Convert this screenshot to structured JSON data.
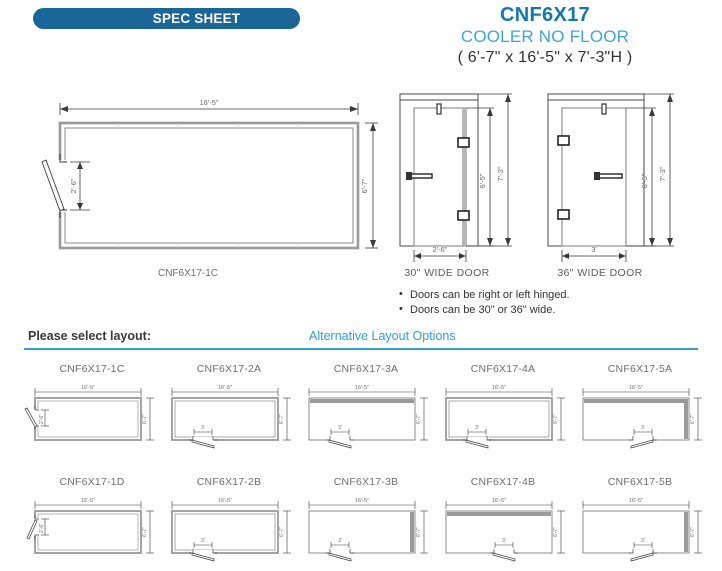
{
  "header": {
    "spec_sheet_label": "SPEC SHEET",
    "model_code": "CNF6X17",
    "model_name": "COOLER NO FLOOR",
    "model_dimensions": "( 6'-7\" x 16'-5\" x 7'-3\"H )",
    "colors": {
      "pill_bg": "#1b6699",
      "model_code": "#1278b4",
      "model_name": "#42a3dc",
      "accent_rule": "#2f9fe0"
    }
  },
  "main_plan": {
    "caption": "CNF6X17-1C",
    "length_label": "16'-5\"",
    "depth_label": "6'-7\"",
    "door_label": "2'-6\""
  },
  "door_elevations": [
    {
      "caption": "30\" WIDE DOOR",
      "width_label": "2'-6\"",
      "opening_height_label": "6'-5\"",
      "overall_height_label": "7'-3\"",
      "hinge_side": "right"
    },
    {
      "caption": "36\" WIDE DOOR",
      "width_label": "3'",
      "opening_height_label": "6'-5\"",
      "overall_height_label": "7'-3\"",
      "hinge_side": "left"
    }
  ],
  "notes": [
    "Doors can be right or left hinged.",
    "Doors can be 30\" or 36\" wide."
  ],
  "select_row": {
    "select_label": "Please select layout:",
    "alternative_label": "Alternative Layout Options"
  },
  "layouts": {
    "row_a": [
      {
        "title": "CNF6X17-1C",
        "length_label": "16'-5\"",
        "depth_label": "6'-7\"",
        "door_label": "2'-6\"",
        "door_position": "left-swing",
        "panel": "none"
      },
      {
        "title": "CNF6X17-2A",
        "length_label": "16'-5\"",
        "depth_label": "6'-7\"",
        "door_label": "3'",
        "door_position": "bottom-left",
        "panel": "inner"
      },
      {
        "title": "CNF6X17-3A",
        "length_label": "16'-5\"",
        "depth_label": "6'-7\"",
        "door_label": "3'",
        "door_position": "bottom-left",
        "panel": "top"
      },
      {
        "title": "CNF6X17-4A",
        "length_label": "16'-5\"",
        "depth_label": "6'-7\"",
        "door_label": "3'",
        "door_position": "bottom-left",
        "panel": "inner"
      },
      {
        "title": "CNF6X17-5A",
        "length_label": "16'-5\"",
        "depth_label": "6'-7\"",
        "door_label": "3'",
        "door_position": "bottom-right",
        "panel": "top-right"
      }
    ],
    "row_b": [
      {
        "title": "CNF6X17-1D",
        "length_label": "16'-5\"",
        "depth_label": "6'-7\"",
        "door_label": "2'-6\"",
        "door_position": "left-swing",
        "panel": "none"
      },
      {
        "title": "CNF6X17-2B",
        "length_label": "16'-5\"",
        "depth_label": "6'-7\"",
        "door_label": "3'",
        "door_position": "bottom-left",
        "panel": "inner"
      },
      {
        "title": "CNF6X17-3B",
        "length_label": "16'-5\"",
        "depth_label": "6'-7\"",
        "door_label": "3'",
        "door_position": "bottom-center",
        "panel": "right"
      },
      {
        "title": "CNF6X17-4B",
        "length_label": "16'-5\"",
        "depth_label": "6'-7\"",
        "door_label": "3'",
        "door_position": "bottom-center",
        "panel": "top"
      },
      {
        "title": "CNF6X17-5B",
        "length_label": "16'-5\"",
        "depth_label": "6'-7\"",
        "door_label": "3'",
        "door_position": "bottom-right",
        "panel": "right"
      }
    ]
  }
}
